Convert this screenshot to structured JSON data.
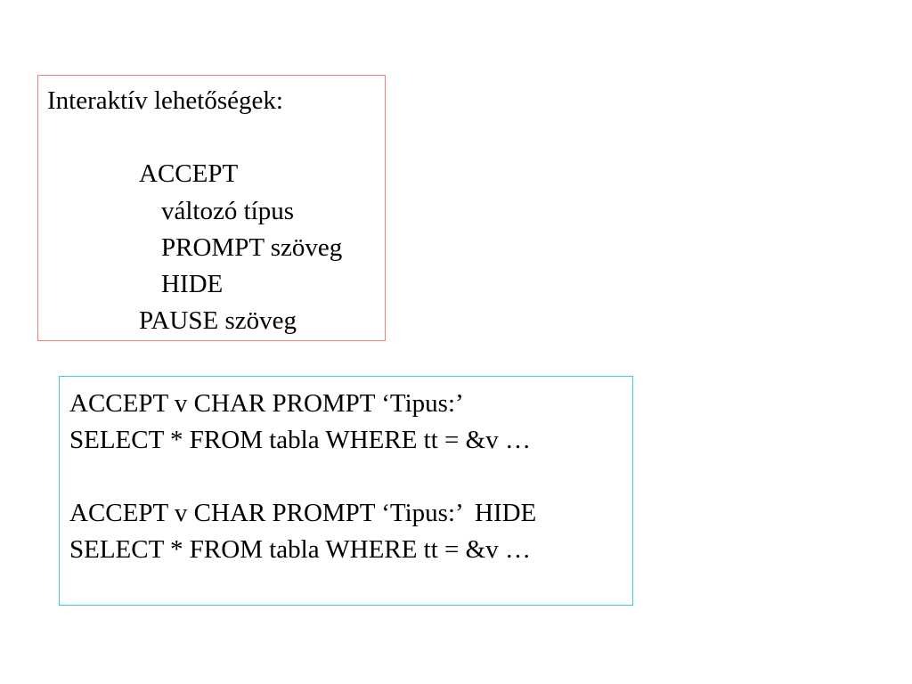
{
  "interactive_box": {
    "heading": "Interaktív lehetőségek:",
    "accept": "ACCEPT",
    "variable_type": "változó típus",
    "prompt_text": "PROMPT szöveg",
    "hide": "HIDE",
    "pause": "PAUSE szöveg",
    "border_color": "#f08080"
  },
  "example_box": {
    "line1": "ACCEPT v CHAR PROMPT ‘Tipus:’",
    "line2": "SELECT * FROM tabla WHERE tt = &v …",
    "line3": "ACCEPT v CHAR PROMPT ‘Tipus:’  HIDE",
    "line4": "SELECT * FROM tabla WHERE tt = &v …",
    "border_color": "#40c8d8"
  }
}
